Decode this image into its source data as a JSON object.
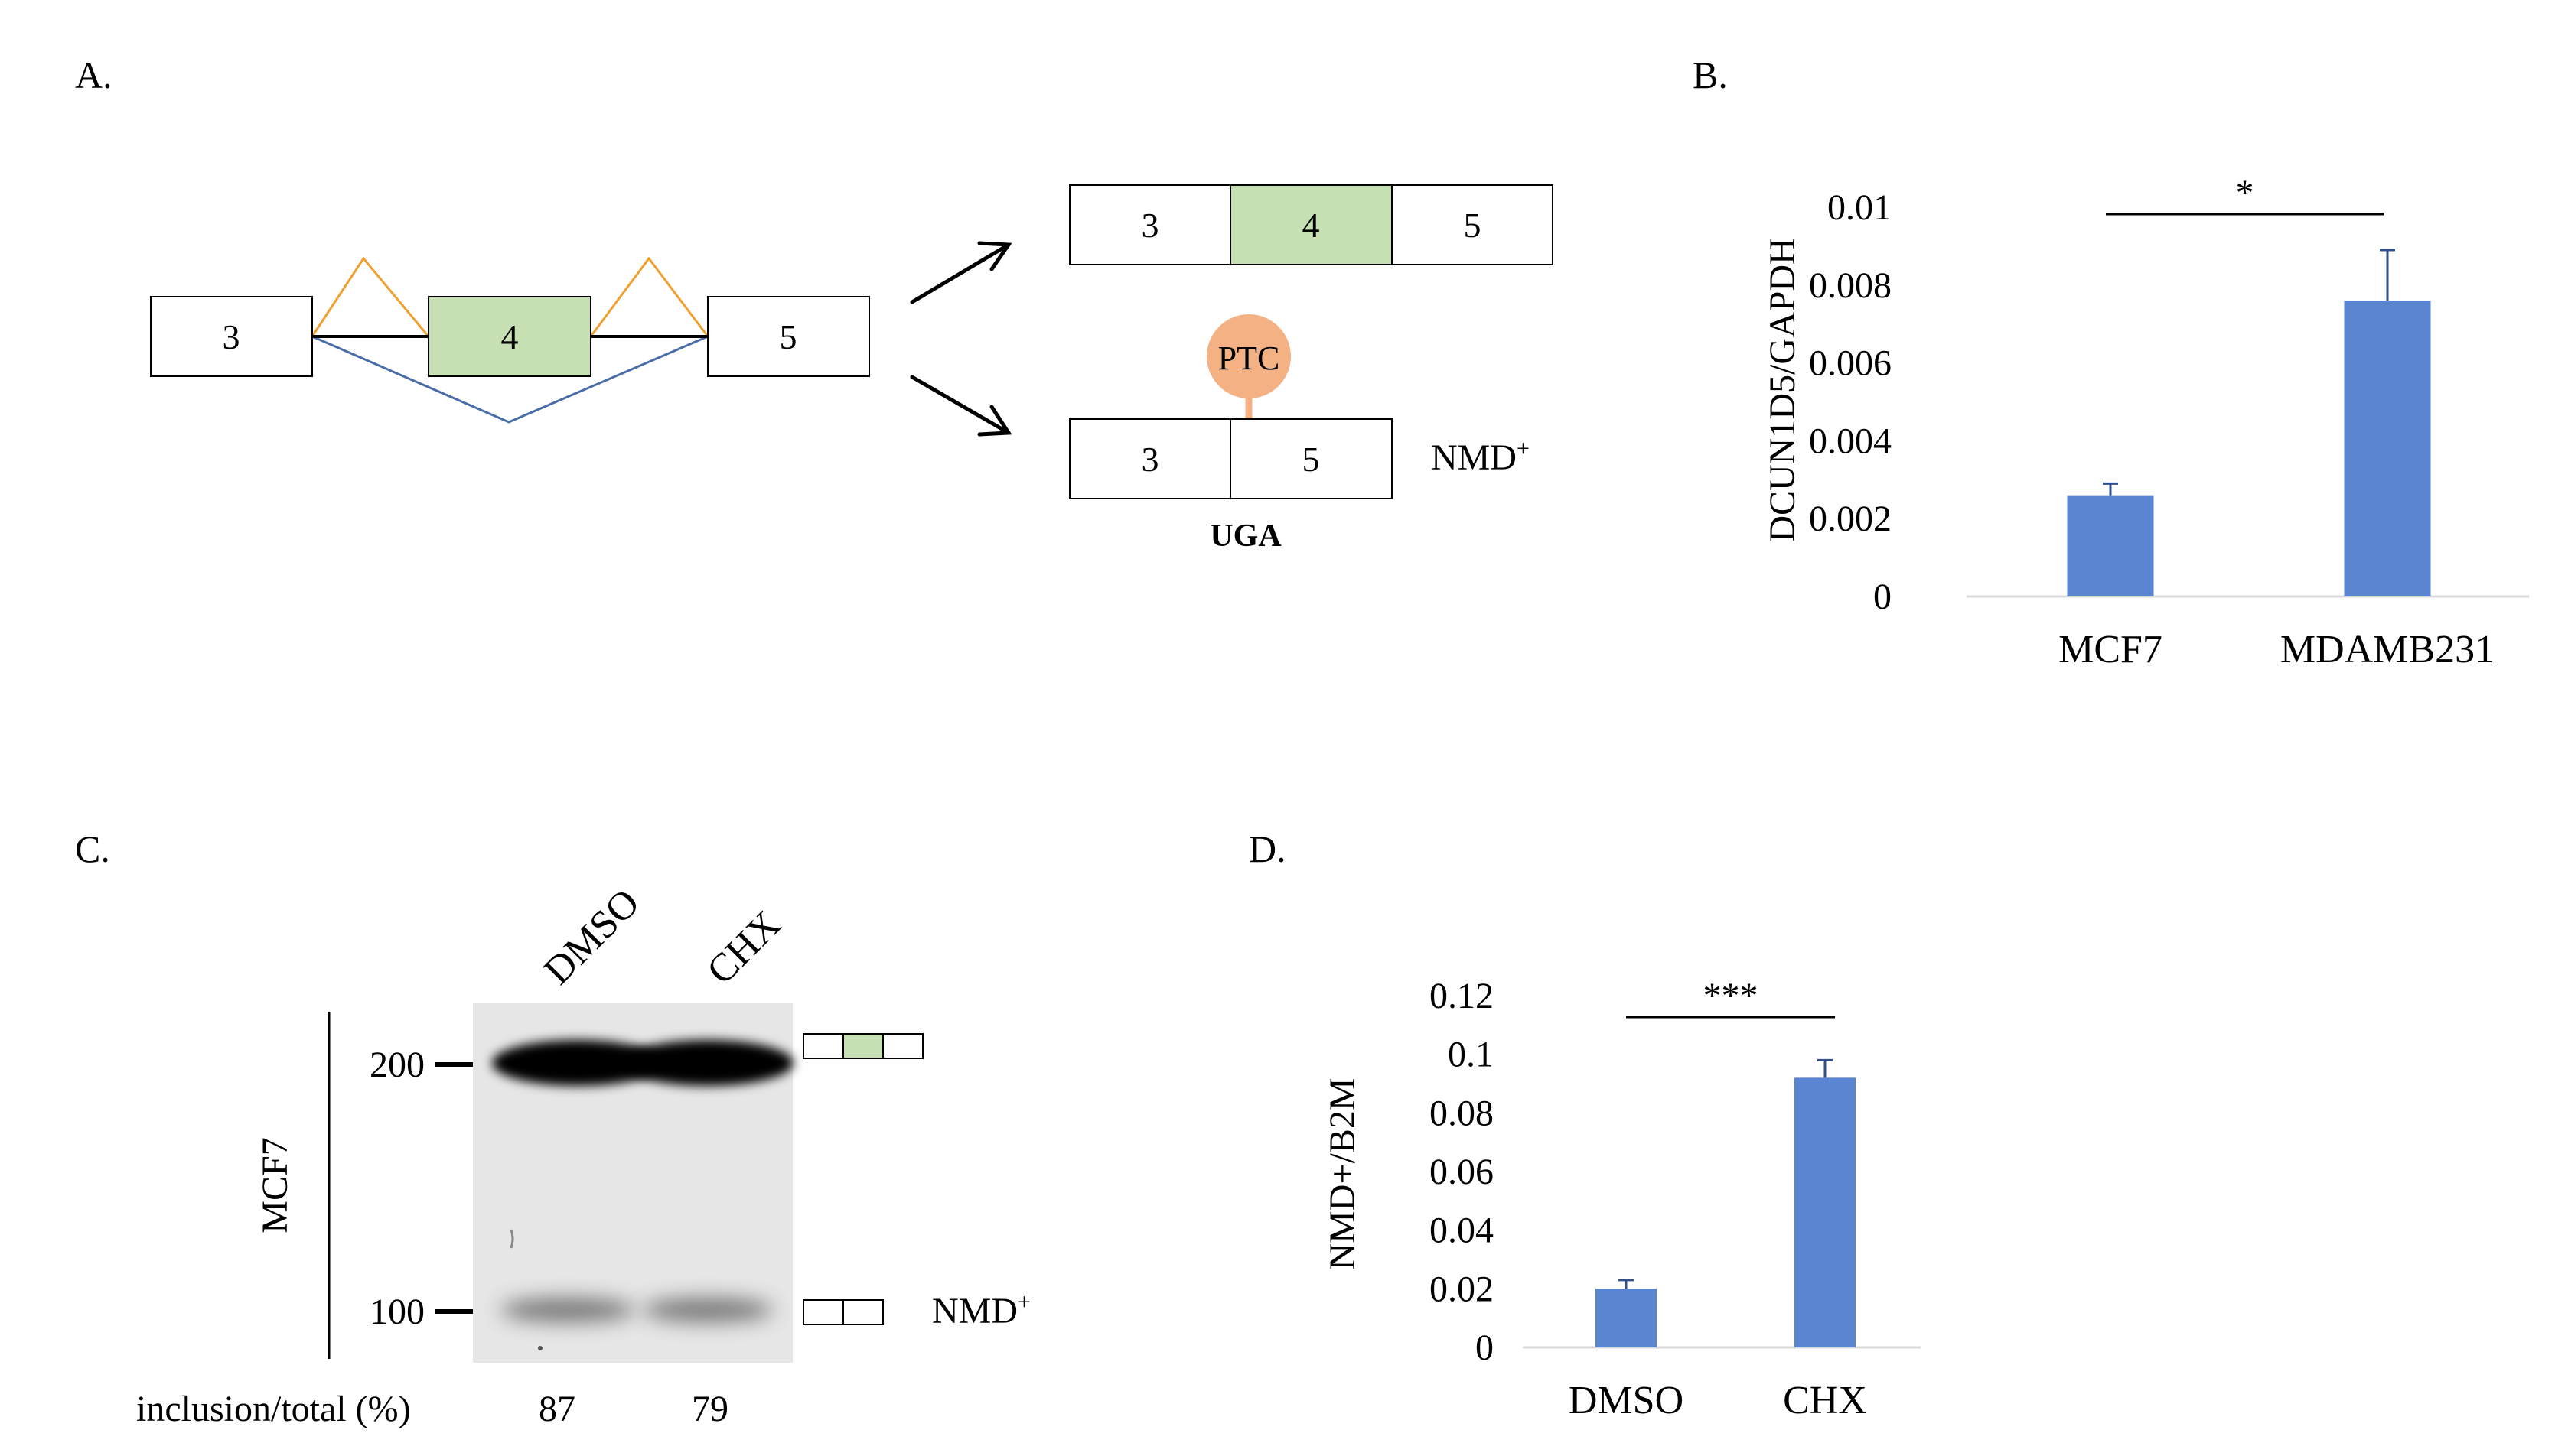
{
  "panels": {
    "a": {
      "label": "A.",
      "exons": {
        "left": "3",
        "middle": "4",
        "right": "5"
      },
      "inclusion_isoform": [
        "3",
        "4",
        "5"
      ],
      "skipping_isoform": [
        "3",
        "5"
      ],
      "ptc_label": "PTC",
      "stop_codon": "UGA",
      "nmd_label": "NMD",
      "nmd_sup": "+"
    },
    "b": {
      "label": "B."
    },
    "c": {
      "label": "C.",
      "lanes": [
        "DMSO",
        "CHX"
      ],
      "cell_line": "MCF7",
      "markers": [
        "200",
        "100"
      ],
      "nmd_label": "NMD",
      "nmd_sup": "+",
      "ratio_label": "inclusion/total (%)",
      "ratio_values": [
        "87",
        "79"
      ]
    },
    "d": {
      "label": "D."
    }
  },
  "colors": {
    "exon4": "#c6e0b4",
    "bar": "#5b85d0",
    "ptc": "#f4b183",
    "splice_inclusion": "#f0a030",
    "splice_skip": "#4a6da8"
  },
  "chart_data": [
    {
      "type": "bar",
      "panel": "B",
      "categories": [
        "MCF7",
        "MDAMB231"
      ],
      "values": [
        0.0026,
        0.0076
      ],
      "errors": [
        0.0003,
        0.0013
      ],
      "ylabel": "DCUN1D5/GAPDH",
      "ylim": [
        0,
        0.01
      ],
      "yticks": [
        "0",
        "0.002",
        "0.004",
        "0.006",
        "0.008",
        "0.01"
      ],
      "significance": "*"
    },
    {
      "type": "bar",
      "panel": "D",
      "categories": [
        "DMSO",
        "CHX"
      ],
      "values": [
        0.02,
        0.092
      ],
      "errors": [
        0.003,
        0.006
      ],
      "ylabel": "NMD+/B2M",
      "ylim": [
        0,
        0.12
      ],
      "yticks": [
        "0",
        "0.02",
        "0.04",
        "0.06",
        "0.08",
        "0.1",
        "0.12"
      ],
      "significance": "***"
    }
  ]
}
